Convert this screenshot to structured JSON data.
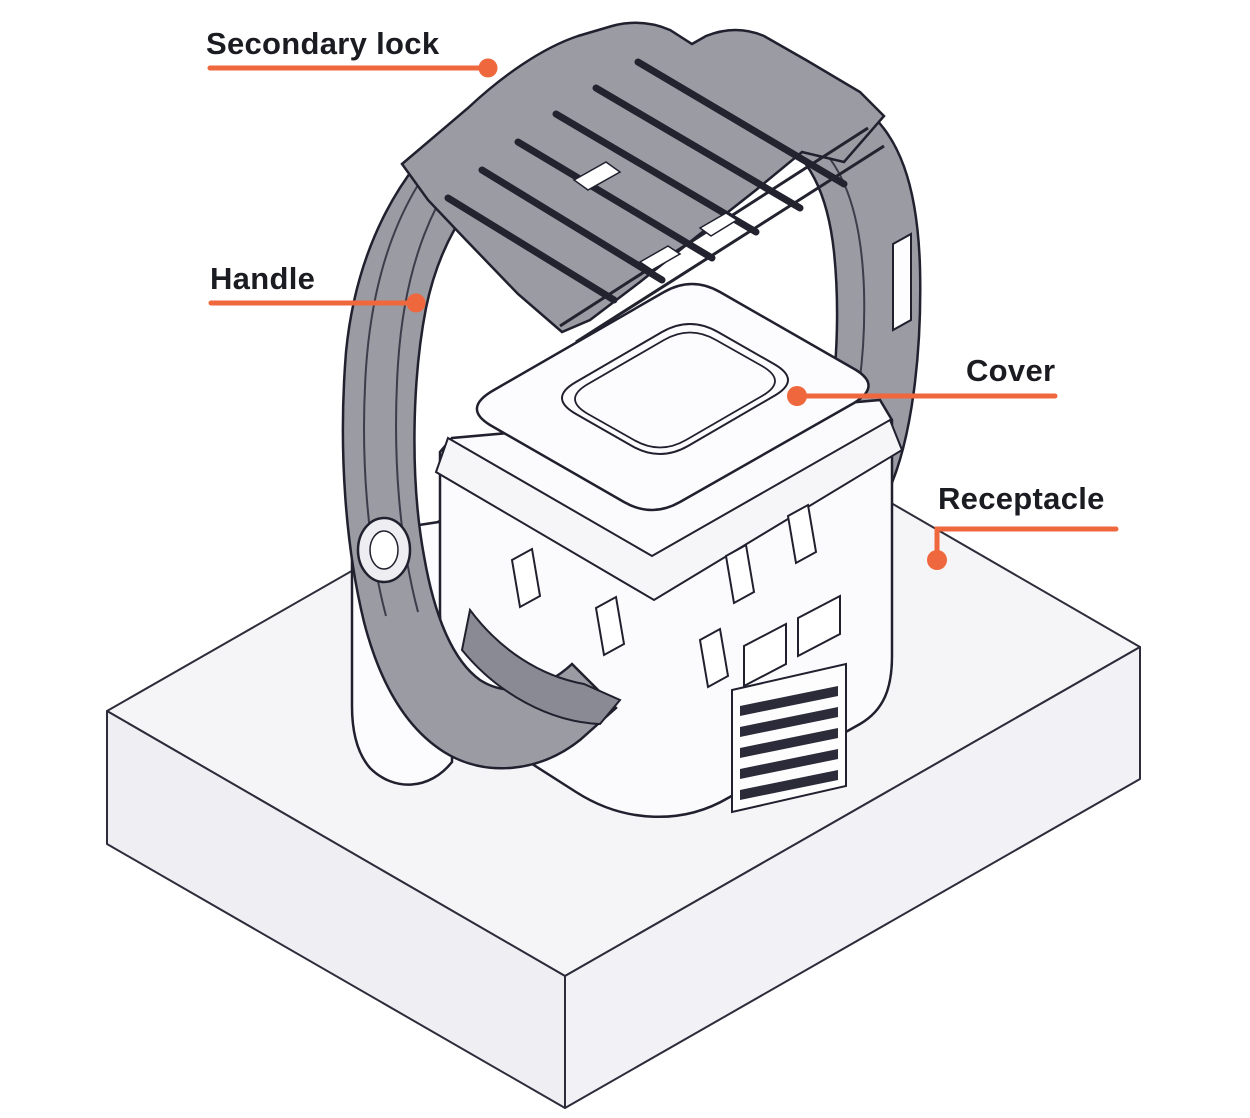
{
  "diagram": {
    "type": "technical-illustration",
    "subject": "connector assembly exploded callout view",
    "background_color": "#ffffff",
    "accent_color": "#ef673c",
    "outline_color": "#20202e",
    "handle_color": "#9b9ba3",
    "body_color": "#fbfbfd",
    "base_color": "#f5f5f8",
    "callouts": [
      {
        "id": "secondary-lock",
        "label": "Secondary lock"
      },
      {
        "id": "handle",
        "label": "Handle"
      },
      {
        "id": "cover",
        "label": "Cover"
      },
      {
        "id": "receptacle",
        "label": "Receptacle"
      }
    ]
  }
}
